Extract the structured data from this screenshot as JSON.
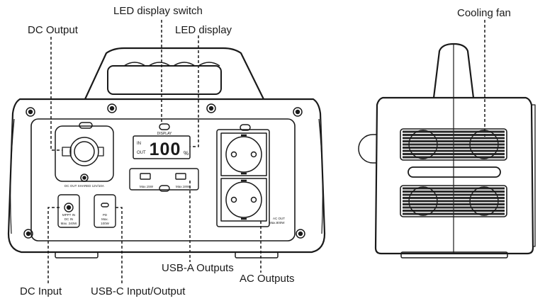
{
  "labels": {
    "dc_output": "DC Output",
    "led_switch": "LED display switch",
    "led_display": "LED display",
    "cooling_fan": "Cooling fan",
    "usb_a": "USB-A Outputs",
    "ac_outputs": "AC Outputs",
    "dc_input": "DC Input",
    "usb_c": "USB-C Input/Output"
  },
  "device_text": {
    "display_btn": "DISPLAY",
    "lcd_in": "IN",
    "lcd_out": "OUT",
    "lcd_value": "100",
    "lcd_unit": "%",
    "dc_out_shared": "DC OUT SHARED 12V/10A",
    "usb_a_left": "Max.15W",
    "usb_a_right": "Max.18W",
    "mppt_line1": "MPPT IN",
    "mppt_line2": "DC IN",
    "mppt_line3": "Max. 240W",
    "pd_line1": "PD",
    "pd_line2": "Max.",
    "pd_line3": "100W",
    "ac_out_line1": "AC OUT",
    "ac_out_line2": "Max.800W"
  },
  "colors": {
    "ink": "#1a1a1a",
    "panel": "#ffffff",
    "grille": "#2a2a2a"
  }
}
